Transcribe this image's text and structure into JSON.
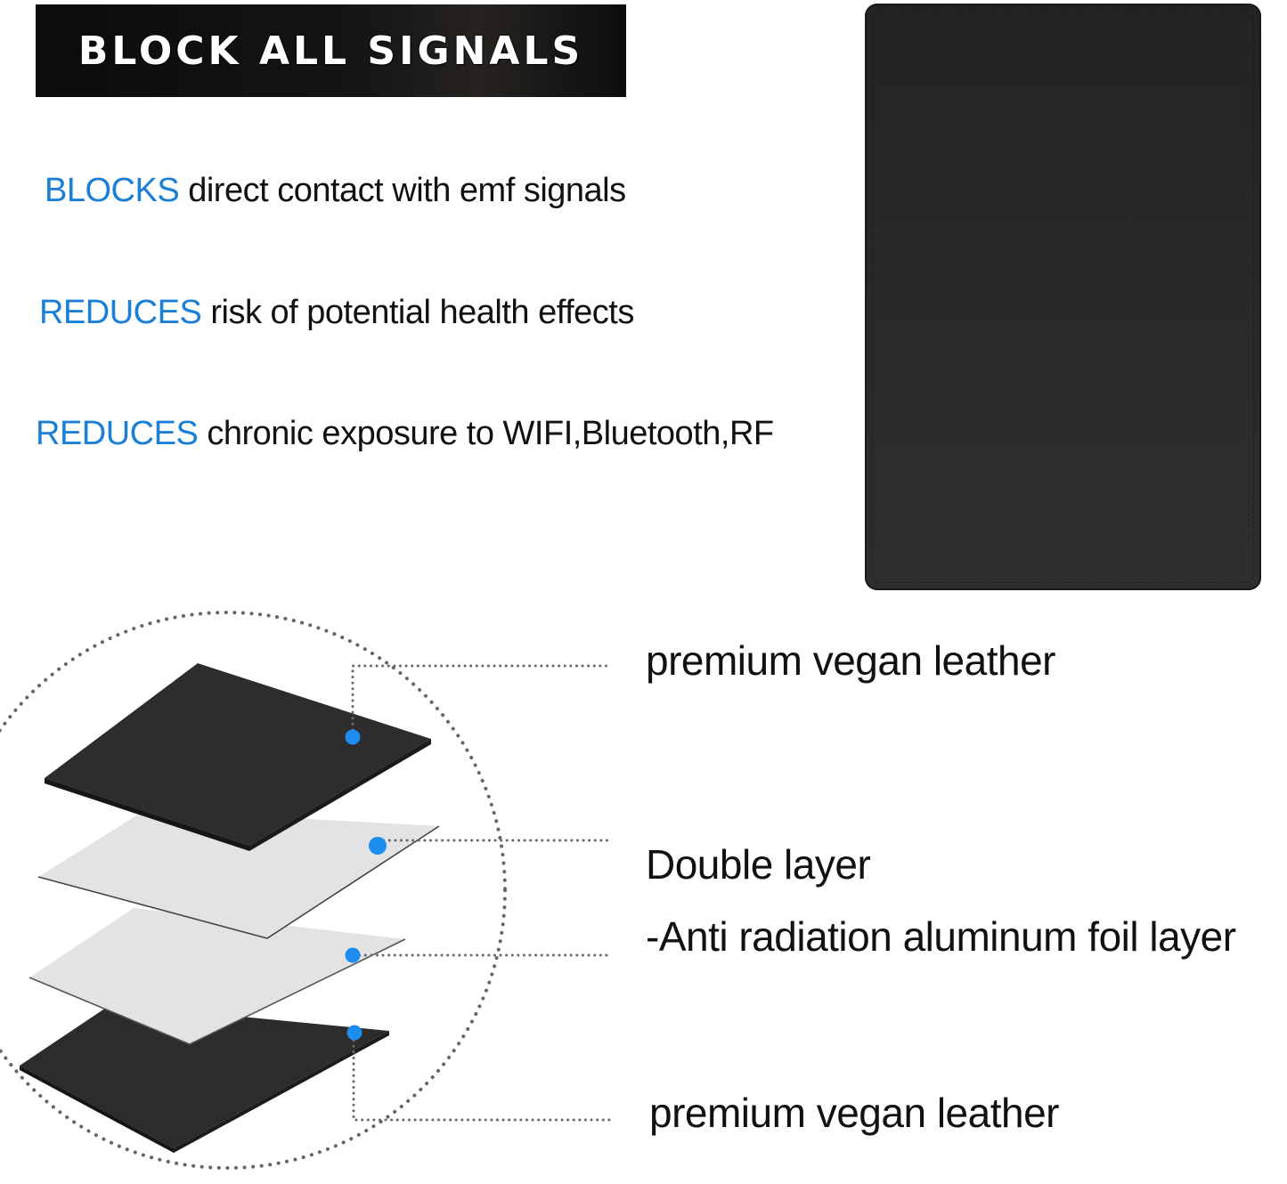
{
  "banner": {
    "title": "BLOCK ALL SIGNALS"
  },
  "features": [
    {
      "keyword": "BLOCKS",
      "text": "direct contact with emf signals"
    },
    {
      "keyword": "REDUCES",
      "text": "risk of potential health effects"
    },
    {
      "keyword": "REDUCES",
      "text": "chronic exposure to WIFI,Bluetooth,RF"
    }
  ],
  "product_image": {
    "description": "black leather pad"
  },
  "layers_diagram": {
    "layers": [
      {
        "material": "premium vegan leather",
        "color": "#2b2b2b"
      },
      {
        "material": "aluminum foil",
        "color": "#e2e2e2"
      },
      {
        "material": "aluminum foil",
        "color": "#e2e2e2"
      },
      {
        "material": "premium vegan leather",
        "color": "#2b2b2b"
      }
    ],
    "labels": {
      "top": "premium vegan leather",
      "middle_title": "Double layer",
      "middle_detail": "-Anti radiation aluminum foil layer",
      "bottom": "premium vegan leather"
    }
  },
  "colors": {
    "accent_blue": "#1a7fd6",
    "dot_blue": "#1e8df0",
    "leader_gray": "#6b6b6b",
    "pad_black": "#262626"
  }
}
